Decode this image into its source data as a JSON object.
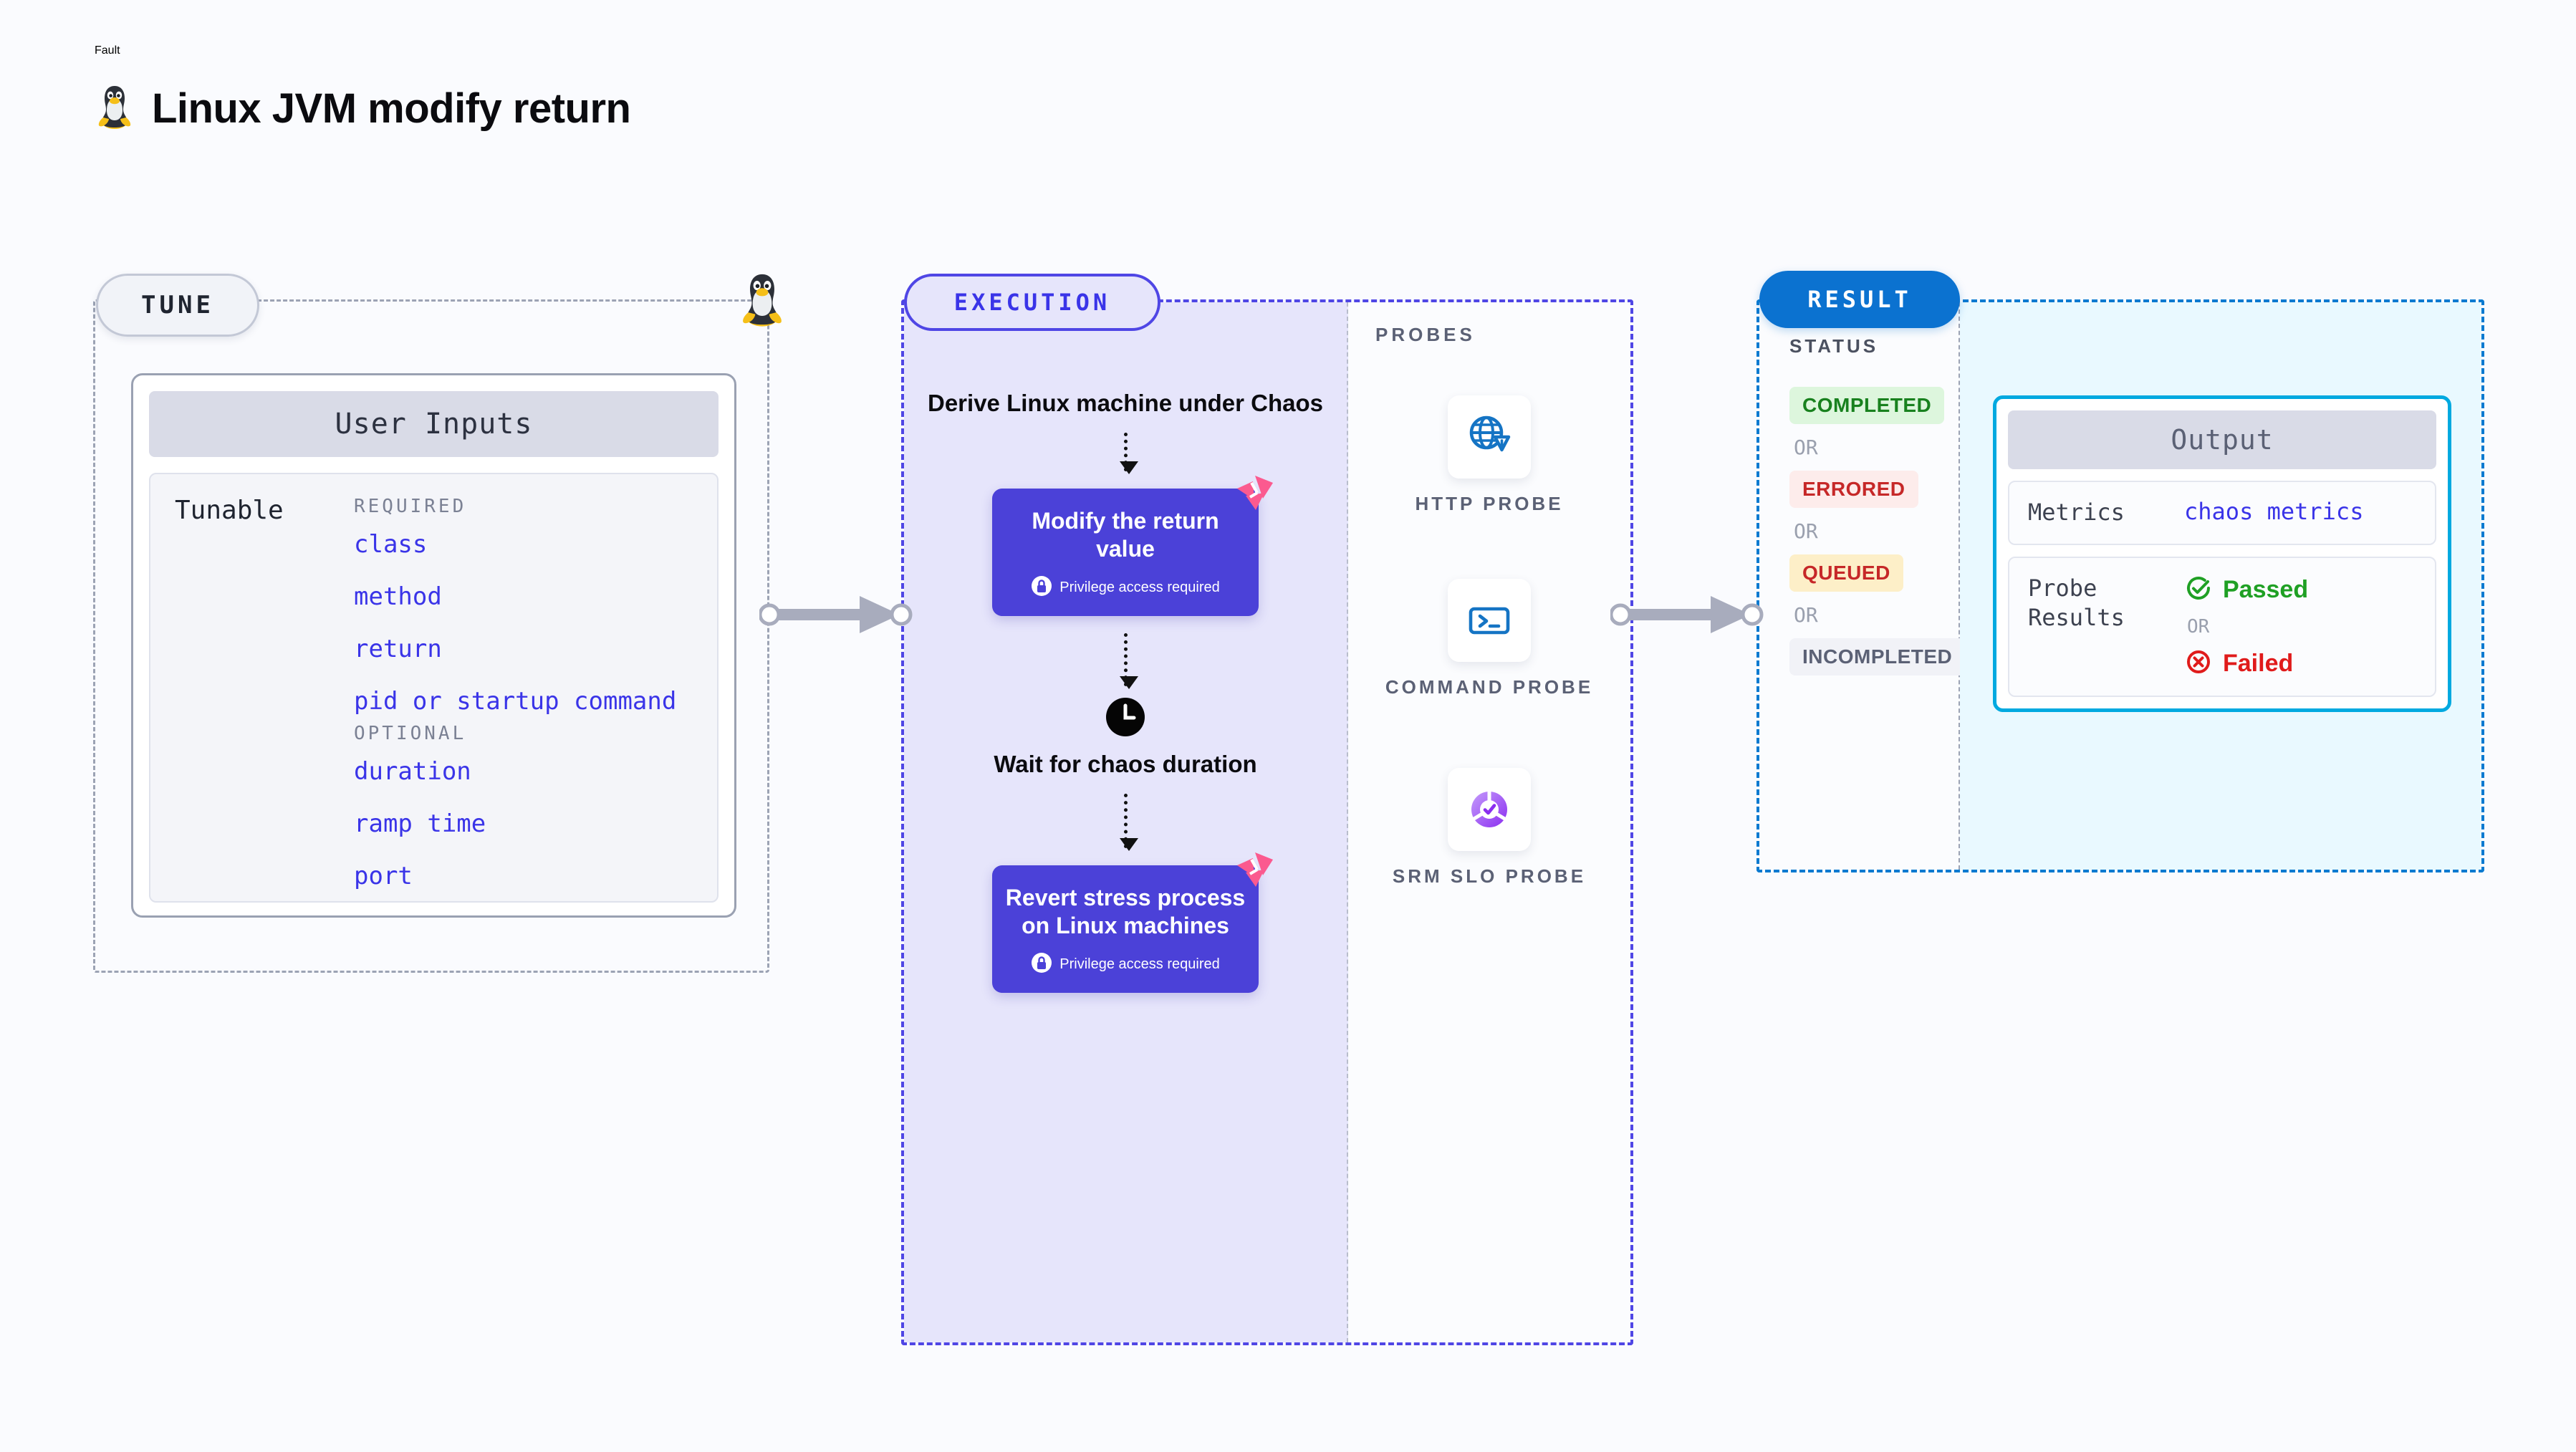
{
  "header": {
    "kicker": "Fault",
    "title": "Linux JVM modify return",
    "icon": "linux-tux-icon"
  },
  "tune": {
    "pill_label": "TUNE",
    "card_header": "User Inputs",
    "tunable_label": "Tunable",
    "required_title": "REQUIRED",
    "required_items": [
      "class",
      "method",
      "return",
      "pid or startup command"
    ],
    "optional_title": "OPTIONAL",
    "optional_items": [
      "duration",
      "ramp time",
      "port"
    ]
  },
  "execution": {
    "pill_label": "EXECUTION",
    "step1": "Derive Linux machine under Chaos",
    "step2_title": "Modify the return value",
    "step2_privilege": "Privilege access required",
    "step3": "Wait for chaos duration",
    "step4_title": "Revert stress process on Linux machines",
    "step4_privilege": "Privilege access required"
  },
  "probes": {
    "label": "PROBES",
    "items": [
      {
        "name": "HTTP  PROBE",
        "icon": "globe-warning-icon"
      },
      {
        "name": "COMMAND PROBE",
        "icon": "terminal-icon"
      },
      {
        "name": "SRM  SLO PROBE",
        "icon": "slo-donut-check-icon"
      }
    ]
  },
  "result": {
    "pill_label": "RESULT",
    "status_label": "STATUS",
    "or_label": "OR",
    "statuses": [
      {
        "label": "COMPLETED",
        "bg": "#ddf6dd",
        "fg": "#18811e"
      },
      {
        "label": "ERRORED",
        "bg": "#fdeceb",
        "fg": "#c62828"
      },
      {
        "label": "QUEUED",
        "bg": "#fdefc8",
        "fg": "#c62828"
      },
      {
        "label": "INCOMPLETED",
        "bg": "#f1f2f7",
        "fg": "#5b6175"
      }
    ],
    "output": {
      "header": "Output",
      "metrics_label": "Metrics",
      "metrics_value": "chaos metrics",
      "probe_results_label": "Probe Results",
      "passed_label": "Passed",
      "failed_label": "Failed",
      "or_label": "OR"
    }
  },
  "colors": {
    "page_bg": "#fafbfe",
    "tune_border": "#9ca3b4",
    "execution_accent": "#4f46e5",
    "execution_bg": "#e6e5fb",
    "card_purple": "#4b41d8",
    "result_accent": "#0b7ad0",
    "result_pill": "#0b72d0",
    "output_border": "#00a9e0",
    "output_bg": "#e9f9ff",
    "mono_blue": "#3a34e8",
    "chaos_pink": "#fb5a8f"
  }
}
